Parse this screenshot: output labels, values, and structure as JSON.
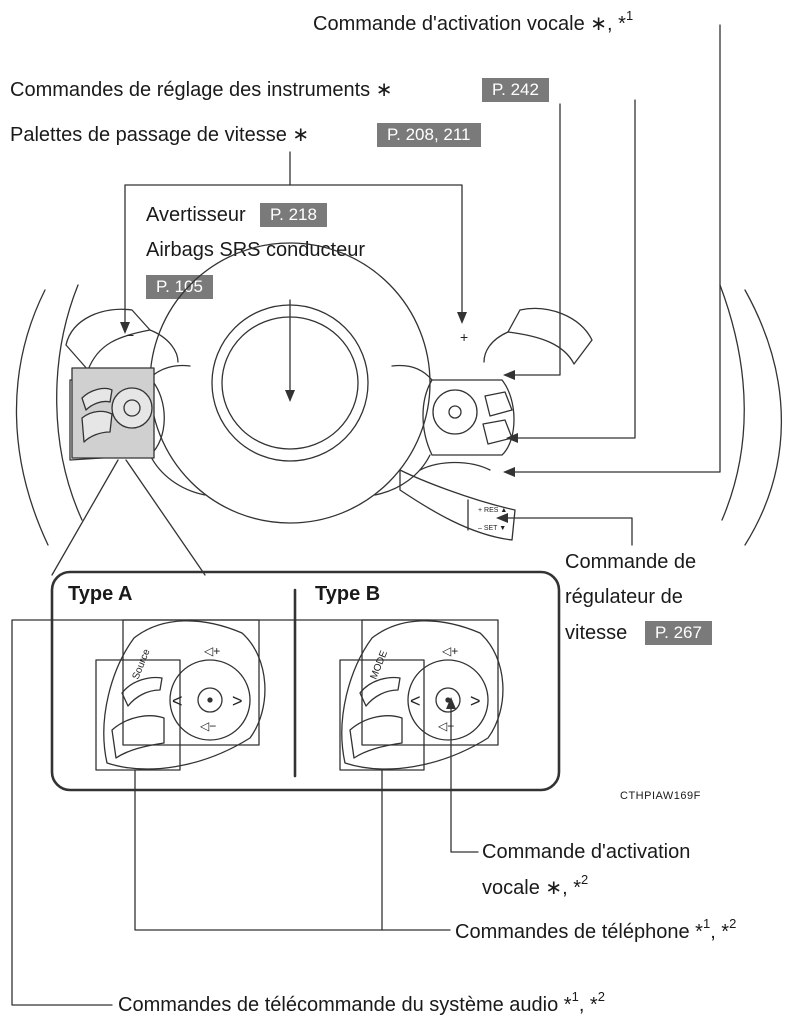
{
  "labels": {
    "voice_top": "Commande d'activation vocale ∗, *",
    "voice_top_sup": "1",
    "instruments": "Commandes de réglage des instruments ∗",
    "instruments_ref": "P. 242",
    "paddles": "Palettes de passage de vitesse ∗",
    "paddles_ref": "P. 208, 211",
    "horn": "Avertisseur",
    "horn_ref": "P. 218",
    "airbag": "Airbags SRS conducteur",
    "airbag_ref": "P. 105",
    "cruise_1": "Commande de",
    "cruise_2": "régulateur de",
    "cruise_3": "vitesse",
    "cruise_ref": "P. 267",
    "type_a": "Type A",
    "type_b": "Type B",
    "image_code": "CTHPIAW169F",
    "voice_bottom_1": "Commande d'activation",
    "voice_bottom_2": "vocale ∗, *",
    "voice_bottom_sup": "2",
    "phone": "Commandes de téléphone *",
    "phone_sup1": "1",
    "phone_mid": ", *",
    "phone_sup2": "2",
    "audio": "Commandes de télécommande du système audio *",
    "audio_sup1": "1",
    "audio_mid": ", *",
    "audio_sup2": "2"
  },
  "switch_text": {
    "paddle_minus": "−",
    "paddle_plus": "+",
    "source": "Source",
    "mode": "MODE",
    "vol_up": "◁+",
    "vol_down": "◁−",
    "left": "<",
    "right": ">",
    "cruise_res": "+ RES ▲",
    "cruise_set": "– SET ▼"
  },
  "colors": {
    "ref_box": "#7a7a7a",
    "line": "#333333",
    "switch_fill": "#d0d0d0"
  }
}
